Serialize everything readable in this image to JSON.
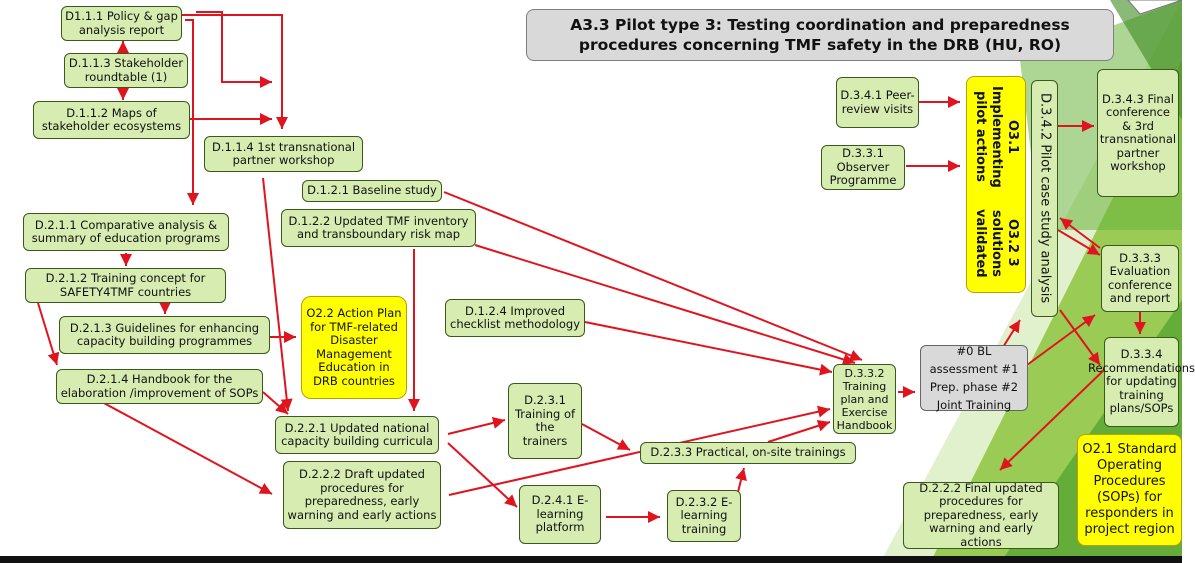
{
  "title": "A3.3 Pilot type 3: Testing coordination and preparedness procedures concerning TMF safety in the DRB (HU, RO)",
  "nodes": {
    "d111": "D1.1.1 Policy & gap analysis report",
    "d113": "D.1.1.3 Stakeholder roundtable (1)",
    "d112": "D.1.1.2 Maps of stakeholder ecosystems",
    "d114": "D.1.1.4 1st transnational partner workshop",
    "d121": "D.1.2.1 Baseline study",
    "d122": "D.1.2.2 Updated TMF inventory and transboundary risk map",
    "d211": "D.2.1.1 Comparative analysis & summary of education programs",
    "d212": "D.2.1.2 Training concept for SAFETY4TMF countries",
    "d213": "D.2.1.3 Guidelines for enhancing capacity building programmes",
    "d214": "D.2.1.4 Handbook for the elaboration /improvement of SOPs",
    "o22": "O2.2 Action Plan for TMF-related Disaster Management Education in DRB countries",
    "d124": "D.1.2.4 Improved checklist methodology",
    "d221": "D.2.2.1 Updated national capacity building curricula",
    "d222": "D.2.2.2 Draft updated procedures for preparedness, early warning and early actions",
    "d231": "D.2.3.1 Training of the trainers",
    "d241": "D.2.4.1 E-learning platform",
    "d232": "D.2.3.2 E-learning training",
    "d233": "D.2.3.3 Practical, on-site trainings",
    "d332": "D.3.3.2 Training plan and Exercise Handbook",
    "phases": "#0 BL assessment #1 Prep. phase #2 Joint Training",
    "d341": "D.3.4.1 Peer-review visits",
    "d331": "D.3.3.1 Observer Programme",
    "o31": "O3.1 Implementing pilot actions",
    "o32": "O3.2 3 solutions validated",
    "d342": "D.3.4.2 Pilot case study analysis",
    "d343": "D.3.4.3 Final conference & 3rd transnational partner workshop",
    "d333": "D.3.3.3 Evaluation conference and report",
    "d334": "D.3.3.4 Recommendations for updating training plans/SOPs",
    "d222f": "D.2.2.2 Final updated procedures for preparedness, early warning and early actions",
    "o21": "O2.1 Standard Operating Procedures (SOPs) for responders in project region"
  },
  "colors": {
    "node_fill": "#d6ecb0",
    "output_fill": "#ffff00",
    "title_fill": "#d9d9d9",
    "arrow": "#e0141e",
    "accent_green": "#7cc242"
  }
}
